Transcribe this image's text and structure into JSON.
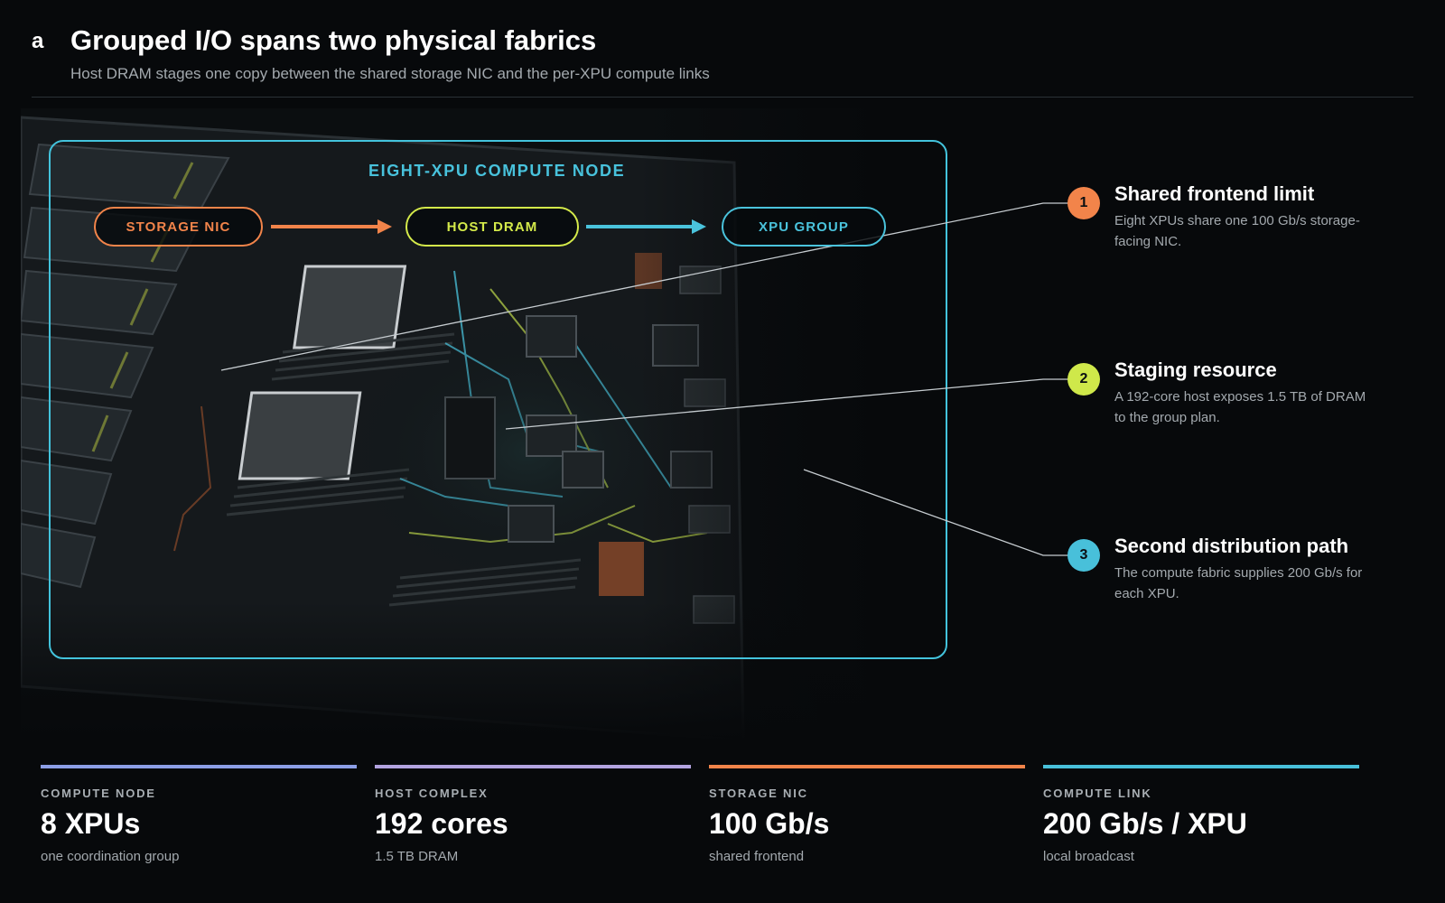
{
  "header": {
    "panel_letter": "a",
    "title": "Grouped I/O spans two physical fabrics",
    "subtitle": "Host DRAM stages one copy between the shared storage NIC and the per-XPU compute links"
  },
  "diagram": {
    "node_label": "EIGHT-XPU COMPUTE NODE",
    "flow": [
      {
        "label": "STORAGE NIC",
        "color": "#f2844a"
      },
      {
        "label": "HOST DRAM",
        "color": "#d4ea4a"
      },
      {
        "label": "XPU GROUP",
        "color": "#4ac3dc"
      }
    ],
    "frame_color": "#43c3dc"
  },
  "callouts": [
    {
      "number": "1",
      "title": "Shared frontend limit",
      "text": "Eight XPUs share one 100 Gb/s storage-facing NIC.",
      "color": "#f2844a"
    },
    {
      "number": "2",
      "title": "Staging resource",
      "text": "A 192-core host exposes 1.5 TB of DRAM to the group plan.",
      "color": "#cfe84a"
    },
    {
      "number": "3",
      "title": "Second distribution path",
      "text": "The compute fabric supplies 200 Gb/s for each XPU.",
      "color": "#48c0da"
    }
  ],
  "stats": [
    {
      "label": "COMPUTE NODE",
      "value": "8 XPUs",
      "note": "one coordination group",
      "color": "#8c9ee6"
    },
    {
      "label": "HOST COMPLEX",
      "value": "192 cores",
      "note": "1.5 TB DRAM",
      "color": "#b2a3e0"
    },
    {
      "label": "STORAGE NIC",
      "value": "100 Gb/s",
      "note": "shared frontend",
      "color": "#f2844a"
    },
    {
      "label": "COMPUTE LINK",
      "value": "200 Gb/s / XPU",
      "note": "local broadcast",
      "color": "#48c0da"
    }
  ]
}
